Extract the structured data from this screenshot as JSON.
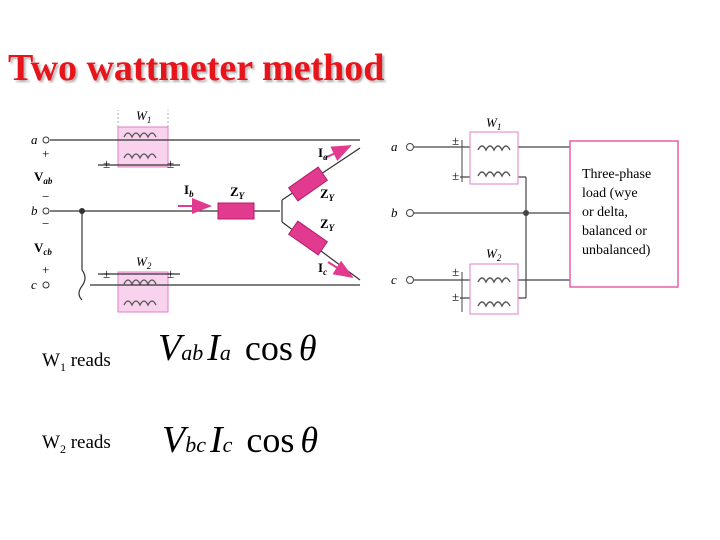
{
  "title": "Two wattmeter method",
  "left_circuit": {
    "w1": "W",
    "w1_sub": "1",
    "w2": "W",
    "w2_sub": "2",
    "node_a": "a",
    "node_b": "b",
    "node_c": "c",
    "plus": "+",
    "minus": "−",
    "pm": "±",
    "vab": "V",
    "vab_sub": "ab",
    "vcb": "V",
    "vcb_sub": "cb",
    "ia": "I",
    "ia_sub": "a",
    "ib": "I",
    "ib_sub": "b",
    "ic": "I",
    "ic_sub": "c",
    "zy": "Z",
    "zy_sub": "Y"
  },
  "right_circuit": {
    "w1": "W",
    "w1_sub": "1",
    "w2": "W",
    "w2_sub": "2",
    "node_a": "a",
    "node_b": "b",
    "node_c": "c",
    "pm": "±",
    "load_lines": [
      "Three-phase",
      "load (wye",
      "or delta,",
      "balanced or",
      "unbalanced)"
    ]
  },
  "readings": [
    {
      "meter": "W",
      "sub": "1",
      "text": "reads",
      "V": "V",
      "v_sub": "ab",
      "I": "I",
      "i_sub": "a",
      "cos": "cos",
      "theta": "θ"
    },
    {
      "meter": "W",
      "sub": "2",
      "text": "reads",
      "V": "V",
      "v_sub": "bc",
      "I": "I",
      "i_sub": "c",
      "cos": "cos",
      "theta": "θ"
    }
  ],
  "colors": {
    "title": "#e8141b",
    "coil": "#f07fd0",
    "load_border": "#e85fa8",
    "wire": "#333333"
  }
}
